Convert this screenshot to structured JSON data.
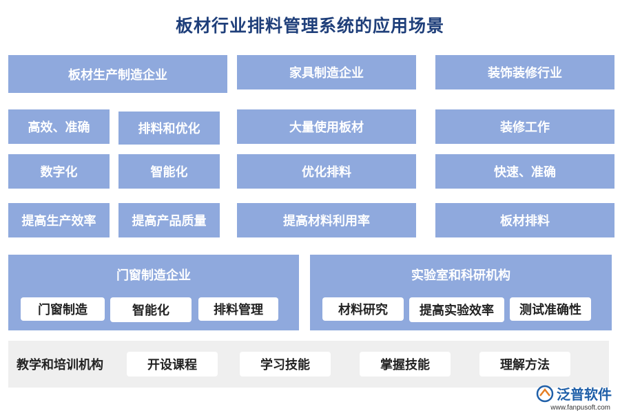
{
  "title": "板材行业排料管理系统的应用场景",
  "col_headers": [
    "板材生产制造企业",
    "家具制造企业",
    "装饰装修行业"
  ],
  "left_grid": [
    [
      "高效、准确",
      "排料和优化"
    ],
    [
      "数字化",
      "智能化"
    ],
    [
      "提高生产效率",
      "提高产品质量"
    ]
  ],
  "mid_col": [
    "大量使用板材",
    "优化排料",
    "提高材料利用率"
  ],
  "right_col": [
    "装修工作",
    "快速、准确",
    "板材排料"
  ],
  "panel_left": {
    "title": "门窗制造企业",
    "items": [
      "门窗制造",
      "智能化",
      "排料管理"
    ]
  },
  "panel_right": {
    "title": "实验室和科研机构",
    "items": [
      "材料研究",
      "提高实验效率",
      "测试准确性"
    ]
  },
  "bottom": {
    "label": "教学和培训机构",
    "items": [
      "开设课程",
      "学习技能",
      "掌握技能",
      "理解方法"
    ]
  },
  "logo": {
    "name": "泛普软件",
    "url": "www.fanpusoft.com",
    "watermark": "泛普软件"
  }
}
